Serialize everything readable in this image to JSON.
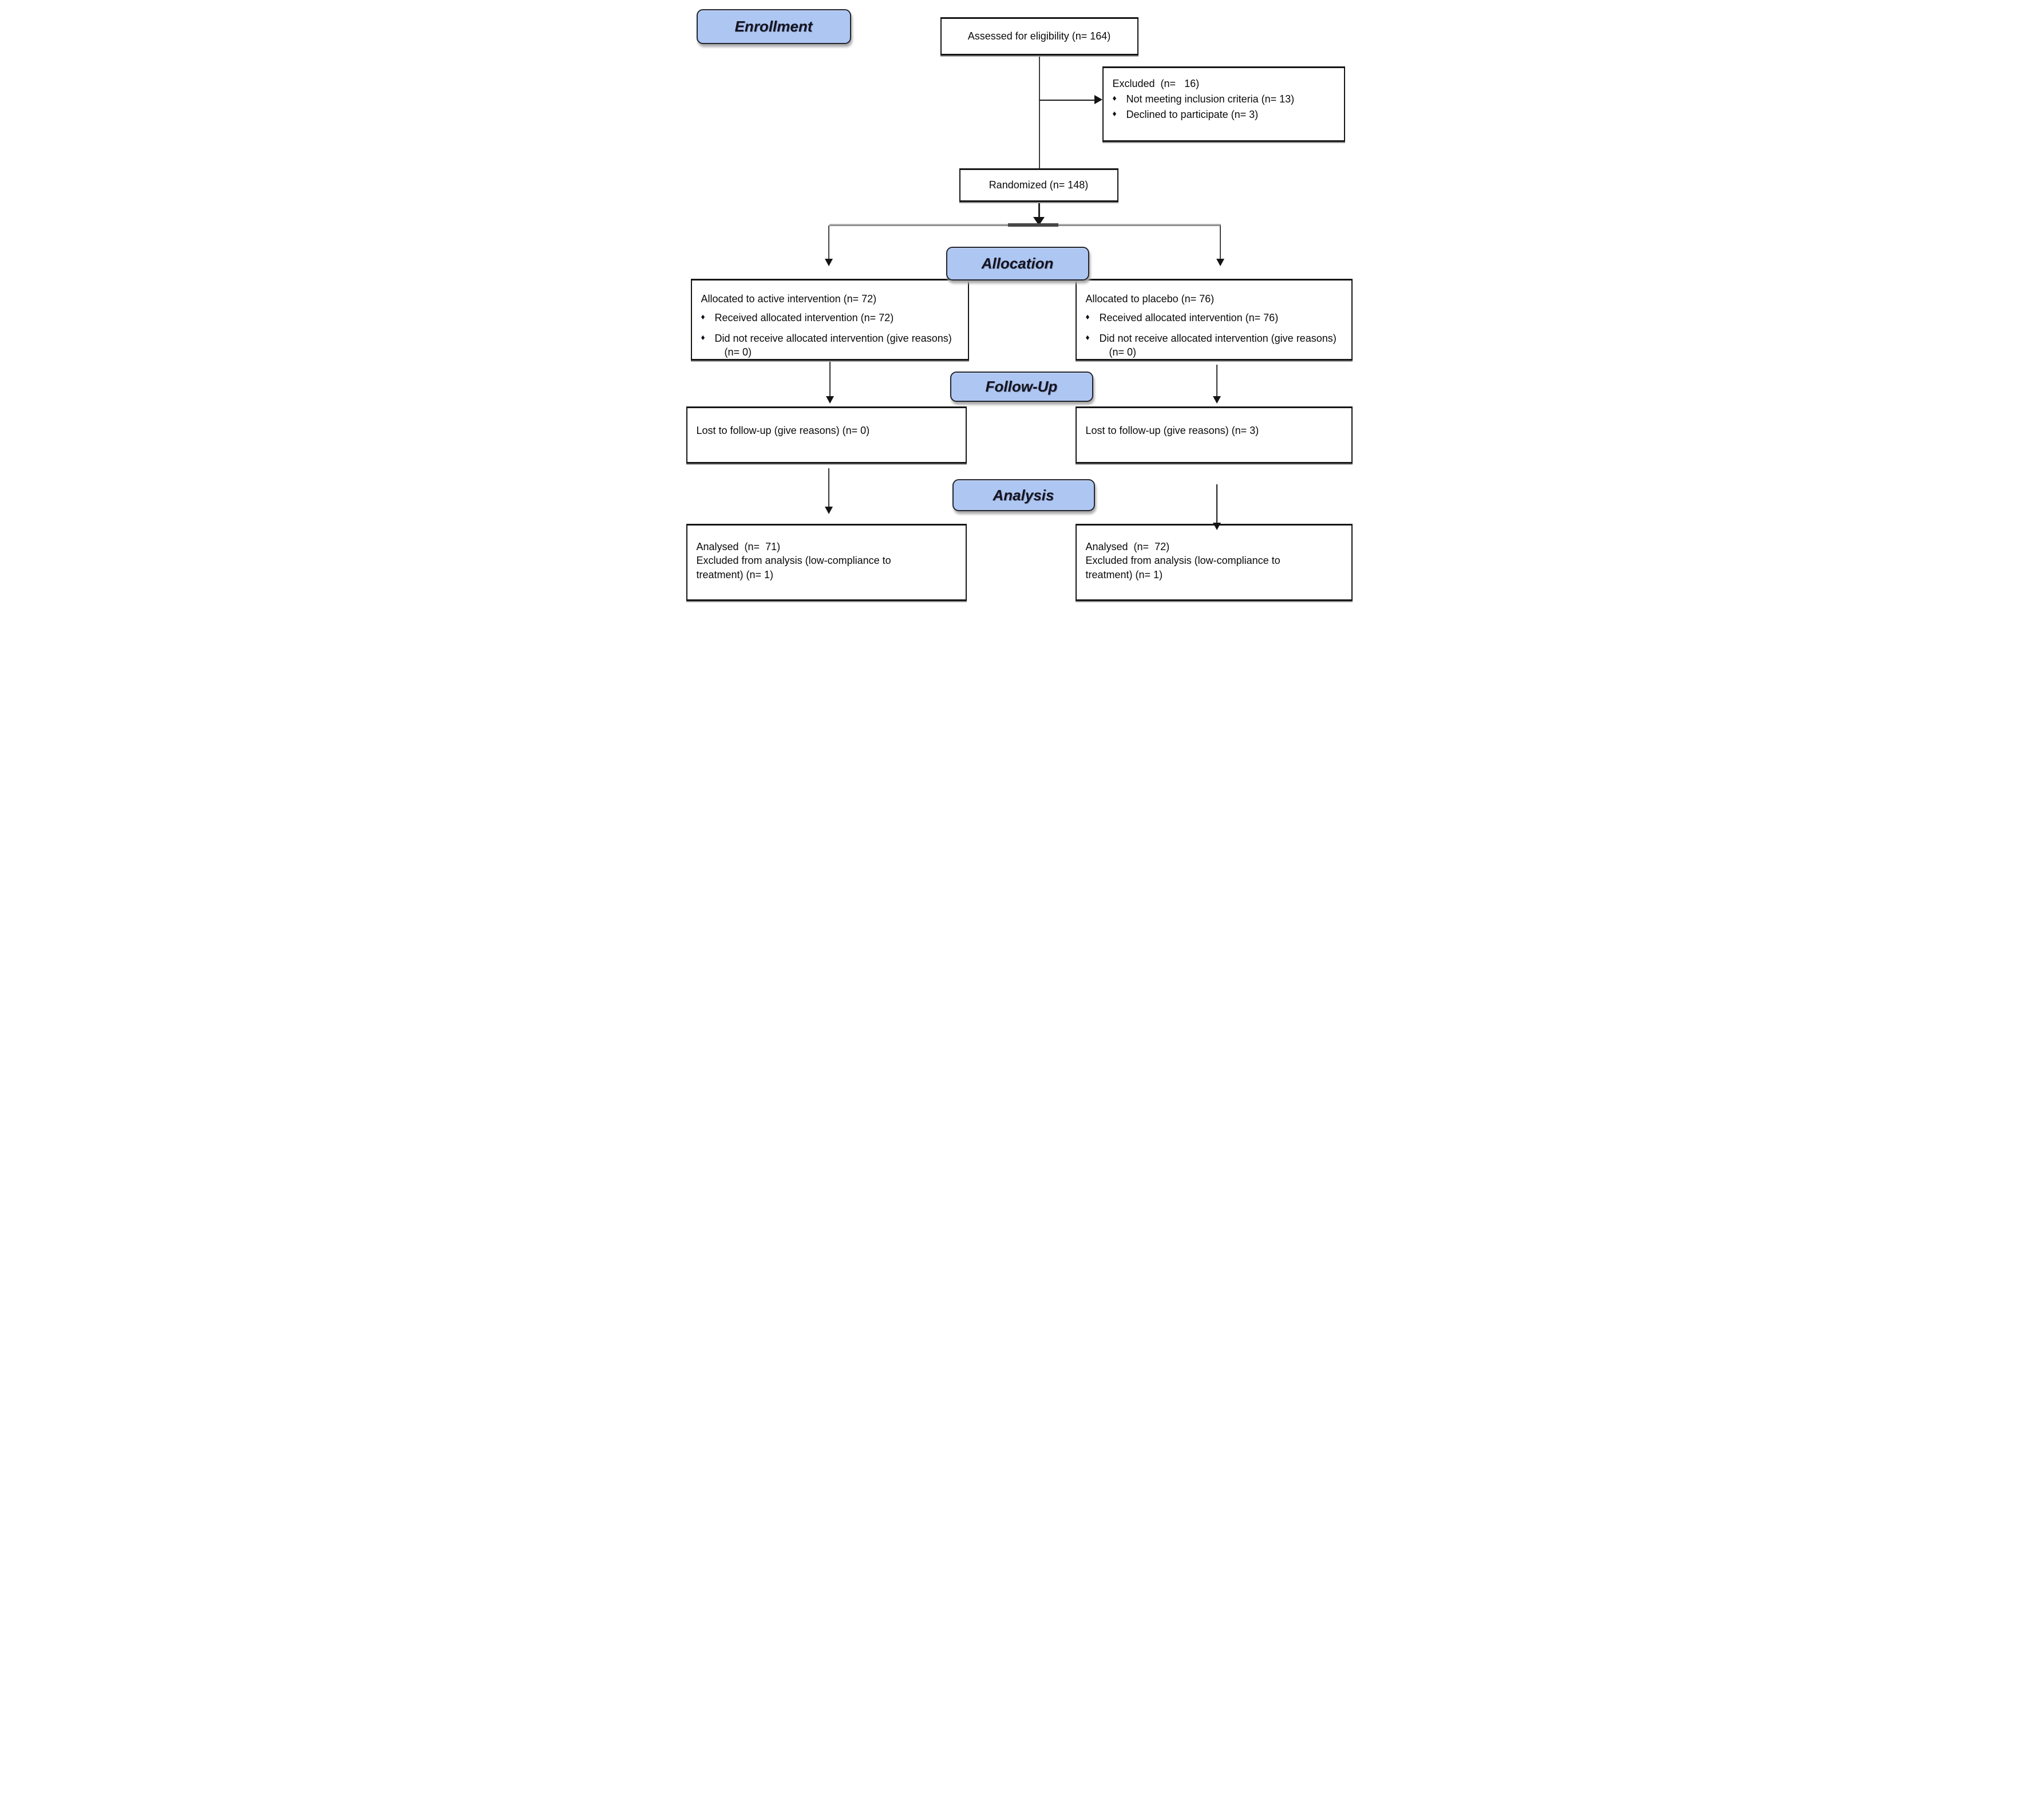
{
  "diagram": {
    "title": "CONSORT participant flow diagram",
    "bullet_glyph": "♦",
    "colors": {
      "stage_fill": "#aec6f2",
      "stage_border": "#23252e",
      "box_border": "#161616",
      "connector": "#3d3d3d",
      "branch_line": "#8f8f8f",
      "arrow": "#141414"
    },
    "stage_labels": {
      "enrollment": "Enrollment",
      "allocation": "Allocation",
      "follow_up": "Follow-Up",
      "analysis": "Analysis"
    },
    "boxes": {
      "assessed": {
        "text": "Assessed for eligibility (n= 164)"
      },
      "excluded": {
        "title": "Excluded  (n=   16)",
        "bullets": [
          "Not meeting inclusion criteria (n= 13)",
          "Declined to participate (n= 3)"
        ]
      },
      "randomized": {
        "text": "Randomized (n= 148)"
      },
      "alloc_left": {
        "title": "Allocated to active intervention (n= 72)",
        "bullets": [
          "Received allocated intervention (n= 72)",
          "Did not receive allocated intervention (give reasons) (n= 0)"
        ]
      },
      "alloc_right": {
        "title": "Allocated to placebo (n= 76)",
        "bullets": [
          "Received allocated intervention (n= 76)",
          "Did not receive allocated intervention (give reasons) (n= 0)"
        ]
      },
      "follow_left": {
        "text": "Lost to follow-up (give reasons) (n= 0)"
      },
      "follow_right": {
        "text": "Lost to follow-up (give reasons) (n= 3)"
      },
      "analysed_left": {
        "line1": "Analysed  (n=  71)",
        "line2": "Excluded from analysis (low-compliance to treatment) (n= 1)"
      },
      "analysed_right": {
        "line1": "Analysed  (n=  72)",
        "line2": "Excluded from analysis (low-compliance to treatment) (n= 1)"
      }
    }
  }
}
